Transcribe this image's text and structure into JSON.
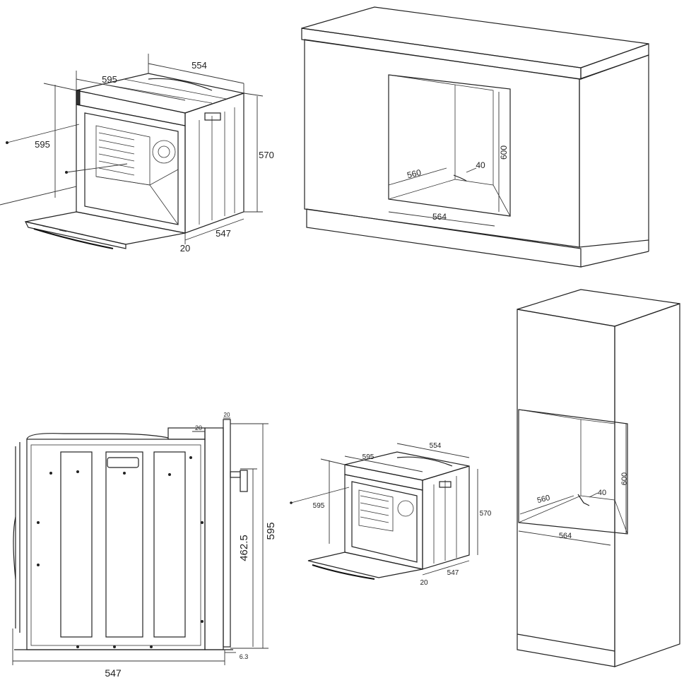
{
  "drawings": {
    "oven_top_left": {
      "dim_front_width": "595",
      "dim_depth_top": "554",
      "dim_front_height": "595",
      "dim_body_height": "570",
      "dim_body_depth": "547",
      "dim_door_gap": "20"
    },
    "cabinet_top_right": {
      "dim_height": "600",
      "dim_depth": "560",
      "dim_vent": "40",
      "dim_width": "564"
    },
    "side_view": {
      "dim_top_gap": "20",
      "dim_top_gap_small": "20",
      "dim_height": "595",
      "dim_inner_height": "462.5",
      "dim_depth": "547",
      "dim_panel": "6.3"
    },
    "oven_small": {
      "dim_front_width": "595",
      "dim_depth_top": "554",
      "dim_front_height": "595",
      "dim_body_height": "570",
      "dim_body_depth": "547",
      "dim_door_gap": "20"
    },
    "column_bottom_right": {
      "dim_height": "600",
      "dim_depth": "560",
      "dim_vent": "40",
      "dim_width": "564"
    }
  }
}
